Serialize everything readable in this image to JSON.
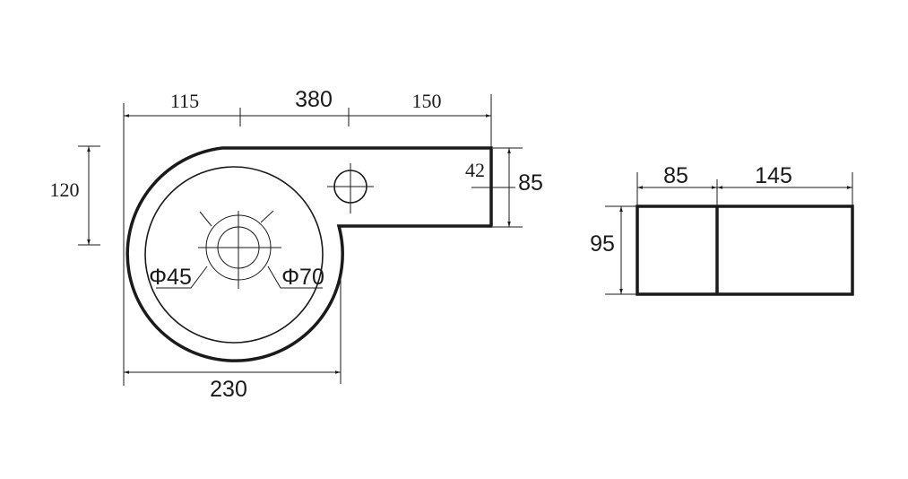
{
  "top_view": {
    "dims": {
      "left_overhang": "115",
      "middle": "380",
      "right": "150",
      "depth_left": "120",
      "depth_right": "85",
      "tap_offset": "42",
      "bowl_width": "230",
      "drain_inner": "Φ45",
      "drain_outer": "Φ70"
    }
  },
  "side_view": {
    "dims": {
      "left_width": "85",
      "right_width": "145",
      "height": "95"
    }
  },
  "colors": {
    "line": "#1a1a1a",
    "background": "#ffffff"
  }
}
